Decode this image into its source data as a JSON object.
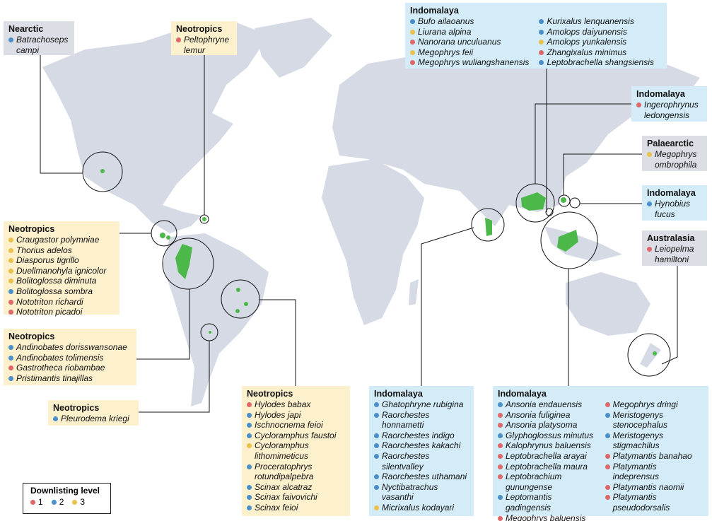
{
  "colors": {
    "level1": "#e06767",
    "level2": "#4a8fc8",
    "level3": "#ebc14c",
    "land": "#d5dae4",
    "range": "#4cb84a"
  },
  "legend": {
    "title": "Downlisting level",
    "levels": [
      "1",
      "2",
      "3"
    ]
  },
  "boxes": [
    {
      "id": "nearctic",
      "region": "Nearctic",
      "style": "gray",
      "cols": [
        [
          {
            "name": "Batrachoseps campi",
            "level": 2
          }
        ]
      ]
    },
    {
      "id": "neo-peltophryne",
      "region": "Neotropics",
      "style": "yellow",
      "cols": [
        [
          {
            "name": "Peltophryne lemur",
            "level": 1
          }
        ]
      ]
    },
    {
      "id": "neo-central",
      "region": "Neotropics",
      "style": "yellow",
      "cols": [
        [
          {
            "name": "Craugastor polymniae",
            "level": 3
          },
          {
            "name": "Thorius adelos",
            "level": 3
          },
          {
            "name": "Diasporus tigrillo",
            "level": 3
          },
          {
            "name": "Duellmanohyla ignicolor",
            "level": 3
          },
          {
            "name": "Bolitoglossa diminuta",
            "level": 3
          },
          {
            "name": "Bolitoglossa sombra",
            "level": 2
          },
          {
            "name": "Nototriton richardi",
            "level": 1
          },
          {
            "name": "Nototriton picadoi",
            "level": 1
          }
        ]
      ]
    },
    {
      "id": "neo-andes",
      "region": "Neotropics",
      "style": "yellow",
      "cols": [
        [
          {
            "name": "Andinobates dorisswansonae",
            "level": 2
          },
          {
            "name": "Andinobates tolimensis",
            "level": 2
          },
          {
            "name": "Gastrotheca riobambae",
            "level": 1
          },
          {
            "name": "Pristimantis tinajillas",
            "level": 2
          }
        ]
      ]
    },
    {
      "id": "neo-pleurodema",
      "region": "Neotropics",
      "style": "yellow",
      "cols": [
        [
          {
            "name": "Pleurodema kriegi",
            "level": 2
          }
        ]
      ]
    },
    {
      "id": "neo-brazil",
      "region": "Neotropics",
      "style": "yellow",
      "cols": [
        [
          {
            "name": "Hylodes babax",
            "level": 1
          },
          {
            "name": "Hylodes japi",
            "level": 2
          },
          {
            "name": "Ischnocnema feioi",
            "level": 2
          },
          {
            "name": "Cycloramphus faustoi",
            "level": 2
          },
          {
            "name": "Cycloramphus lithomimeticus",
            "level": 3
          },
          {
            "name": "Proceratophrys rotundipalpebra",
            "level": 2
          },
          {
            "name": "Scinax alcatraz",
            "level": 2
          },
          {
            "name": "Scinax faivovichi",
            "level": 2
          },
          {
            "name": "Scinax feioi",
            "level": 2
          }
        ]
      ]
    },
    {
      "id": "indo-india",
      "region": "Indomalaya",
      "style": "blue",
      "cols": [
        [
          {
            "name": "Ghatophryne rubigina",
            "level": 2
          },
          {
            "name": "Raorchestes honnametti",
            "level": 2
          },
          {
            "name": "Raorchestes indigo",
            "level": 2
          },
          {
            "name": "Raorchestes kakachi",
            "level": 2
          },
          {
            "name": "Raorchestes silentvalley",
            "level": 2
          },
          {
            "name": "Raorchestes uthamani",
            "level": 2
          },
          {
            "name": "Nyctibatrachus vasanthi",
            "level": 2
          },
          {
            "name": "Micrixalus kodayari",
            "level": 3
          }
        ]
      ]
    },
    {
      "id": "indo-sea",
      "region": "Indomalaya",
      "style": "blue",
      "cols": [
        [
          {
            "name": "Ansonia endauensis",
            "level": 2
          },
          {
            "name": "Ansonia fuliginea",
            "level": 1
          },
          {
            "name": "Ansonia platysoma",
            "level": 1
          },
          {
            "name": "Glyphoglossus minutus",
            "level": 2
          },
          {
            "name": "Kalophrynus baluensis",
            "level": 1
          },
          {
            "name": "Leptobrachella arayai",
            "level": 1
          },
          {
            "name": "Leptobrachella maura",
            "level": 1
          },
          {
            "name": "Leptobrachium gunungense",
            "level": 1
          },
          {
            "name": "Leptomantis gadingensis",
            "level": 2
          },
          {
            "name": "Megophrys baluensis",
            "level": 1
          }
        ],
        [
          {
            "name": "Megophrys dringi",
            "level": 1
          },
          {
            "name": "Meristogenys stenocephalus",
            "level": 2
          },
          {
            "name": "Meristogenys stigmachilus",
            "level": 2
          },
          {
            "name": "Platymantis banahao",
            "level": 1
          },
          {
            "name": "Platymantis indeprensus",
            "level": 1
          },
          {
            "name": "Platymantis naomii",
            "level": 1
          },
          {
            "name": "Platymantis pseudodorsalis",
            "level": 1
          }
        ]
      ]
    },
    {
      "id": "indo-china",
      "region": "Indomalaya",
      "style": "blue",
      "cols": [
        [
          {
            "name": "Bufo ailaoanus",
            "level": 2
          },
          {
            "name": "Liurana alpina",
            "level": 3
          },
          {
            "name": "Nanorana unculuanus",
            "level": 1
          },
          {
            "name": "Megophrys feii",
            "level": 3
          },
          {
            "name": "Megophrys wuliangshanensis",
            "level": 1
          }
        ],
        [
          {
            "name": "Kurixalus lenquanensis",
            "level": 2
          },
          {
            "name": "Amolops daiyunensis",
            "level": 2
          },
          {
            "name": "Amolops yunkalensis",
            "level": 3
          },
          {
            "name": "Zhangixalus minimus",
            "level": 1
          },
          {
            "name": "Leptobrachella shangsiensis",
            "level": 2
          }
        ]
      ]
    },
    {
      "id": "indo-malaysia",
      "region": "Indomalaya",
      "style": "blue",
      "cols": [
        [
          {
            "name": "Ingerophrynus ledongensis",
            "level": 1
          }
        ]
      ]
    },
    {
      "id": "palaearctic",
      "region": "Palaearctic",
      "style": "gray",
      "cols": [
        [
          {
            "name": "Megophrys ombrophila",
            "level": 3
          }
        ]
      ]
    },
    {
      "id": "indo-hynobius",
      "region": "Indomalaya",
      "style": "blue",
      "cols": [
        [
          {
            "name": "Hynobius fucus",
            "level": 2
          }
        ]
      ]
    },
    {
      "id": "australasia",
      "region": "Australasia",
      "style": "gray",
      "cols": [
        [
          {
            "name": "Leiopelma hamiltoni",
            "level": 1
          }
        ]
      ]
    }
  ]
}
